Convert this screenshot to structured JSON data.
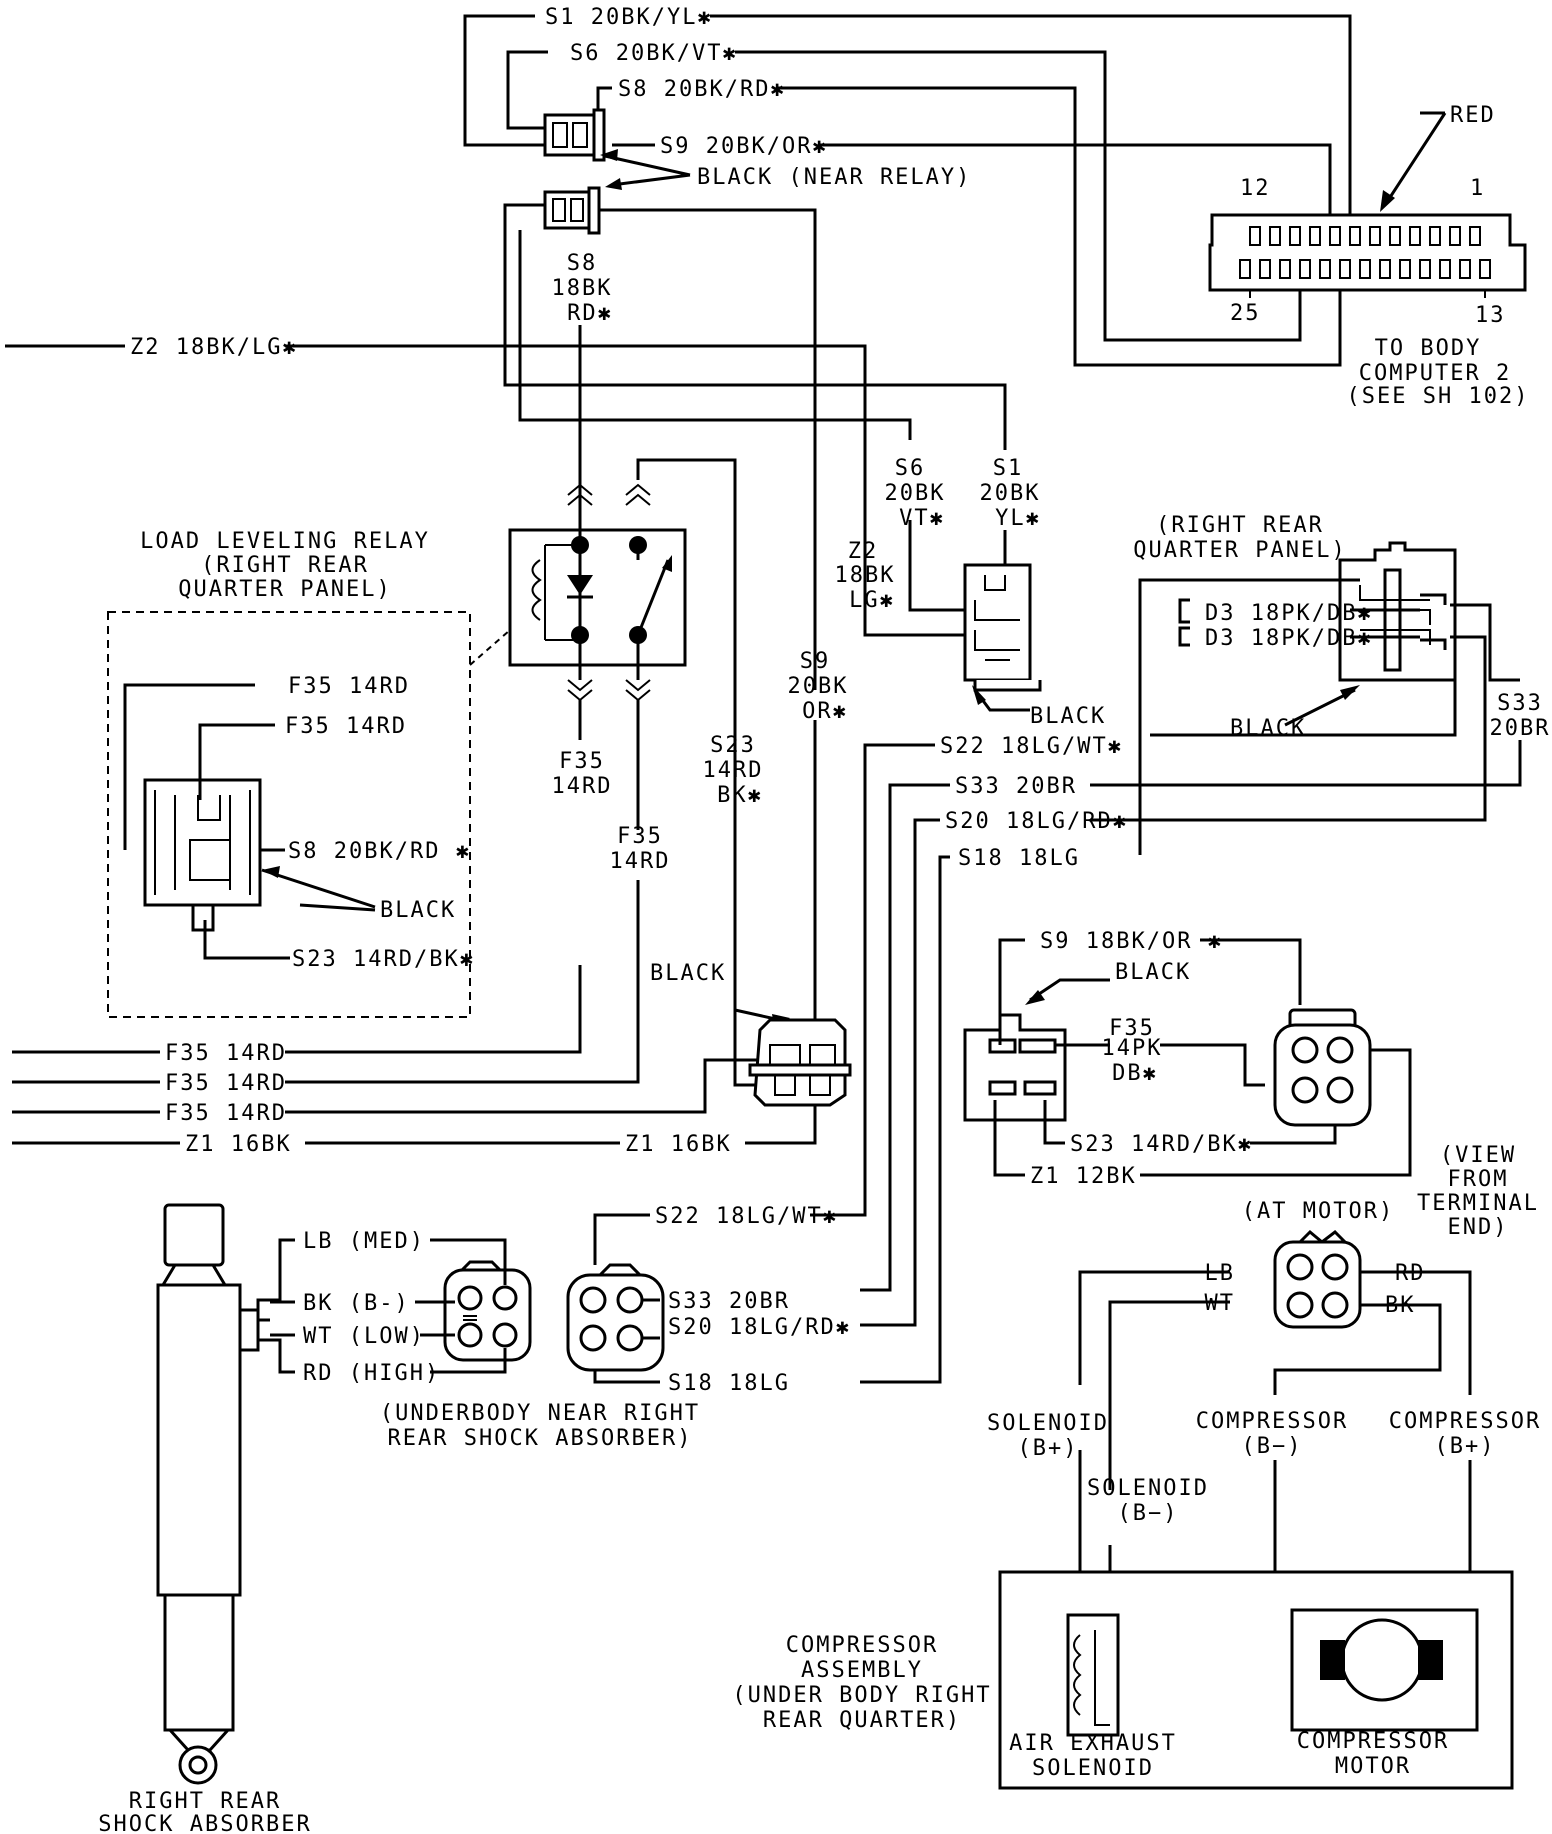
{
  "labels": {
    "s1_top": "S1 20BK/YL✱",
    "s6_top": "S6 20BK/VT✱",
    "s8_top": "S8 20BK/RD✱",
    "s9_top": "S9 20BK/OR✱",
    "black_near_relay": "BLACK (NEAR RELAY)",
    "red": "RED",
    "pin12": "12",
    "pin1": "1",
    "pin25": "25",
    "pin13": "13",
    "body_comp_1": "TO BODY",
    "body_comp_2": "COMPUTER 2",
    "body_comp_3": "(SEE SH 102)",
    "s8_a": "S8",
    "s8_b": "18BK",
    "s8_c": "RD✱",
    "z2_left": "Z2 18BK/LG✱",
    "s6_a": "S6",
    "s6_b": "20BK",
    "s6_c": "VT✱",
    "s1_a": "S1",
    "s1_b": "20BK",
    "s1_c": "YL✱",
    "z2_a": "Z2",
    "z2_b": "18BK",
    "z2_c": "LG✱",
    "black_1": "BLACK",
    "llr_1": "LOAD LEVELING RELAY",
    "llr_2": "(RIGHT REAR",
    "llr_3": "QUARTER PANEL)",
    "rrq_1": "(RIGHT REAR",
    "rrq_2": "QUARTER PANEL)",
    "d3_1": "D3 18PK/DB✱",
    "d3_2": "D3 18PK/DB✱",
    "black_2": "BLACK",
    "s33_a": "S33",
    "s33_b": "20BR",
    "f35_l1": "F35 14RD",
    "f35_l2": "F35 14RD",
    "s8_rel": "S8 20BK/RD ✱",
    "black_3": "BLACK",
    "s23_rel": "S23 14RD/BK✱",
    "f35_c1a": "F35",
    "f35_c1b": "14RD",
    "f35_c2a": "F35",
    "f35_c2b": "14RD",
    "s23_a": "S23",
    "s23_b": "14RD",
    "s23_c": "BK✱",
    "s9_a": "S9",
    "s9_b": "20BK",
    "s9_c": "OR✱",
    "s22_mid": "S22 18LG/WT✱",
    "s33_mid": "S33 20BR",
    "s20_mid": "S20 18LG/RD✱",
    "s18_mid": "S18 18LG",
    "black_4": "BLACK",
    "f35_b1": "F35 14RD",
    "f35_b2": "F35 14RD",
    "f35_b3": "F35 14RD",
    "z1_b": "Z1 16BK",
    "z1_b2": "Z1 16BK",
    "s9_r": "S9 18BK/OR ✱",
    "black_5": "BLACK",
    "f35_ra": "F35",
    "f35_rb": "14PK",
    "f35_rc": "DB✱",
    "s23_r": "S23 14RD/BK✱",
    "z1_r": "Z1 12BK",
    "view_1": "(VIEW",
    "view_2": "FROM",
    "view_3": "TERMINAL",
    "view_4": "END)",
    "at_motor": "(AT MOTOR)",
    "lb": "LB",
    "wt": "WT",
    "rd": "RD",
    "bk": "BK",
    "lb_med": "LB (MED)",
    "bk_b": "BK (B-)",
    "wt_low": "WT (LOW)",
    "rd_high": "RD (HIGH)",
    "s22_lo": "S22 18LG/WT✱",
    "s33_lo": "S33 20BR",
    "s20_lo": "S20 18LG/RD✱",
    "s18_lo": "S18 18LG",
    "under_1": "(UNDERBODY NEAR RIGHT",
    "under_2": "REAR SHOCK ABSORBER)",
    "sol_bp_1": "SOLENOID",
    "sol_bp_2": "(B+)",
    "sol_bm_1": "SOLENOID",
    "sol_bm_2": "(B−)",
    "comp_bm_1": "COMPRESSOR",
    "comp_bm_2": "(B−)",
    "comp_bp_1": "COMPRESSOR",
    "comp_bp_2": "(B+)",
    "ca_1": "COMPRESSOR",
    "ca_2": "ASSEMBLY",
    "ca_3": "(UNDER BODY RIGHT",
    "ca_4": "REAR QUARTER)",
    "aes_1": "AIR EXHAUST",
    "aes_2": "SOLENOID",
    "cm_1": "COMPRESSOR",
    "cm_2": "MOTOR",
    "rrsa_1": "RIGHT REAR",
    "rrsa_2": "SHOCK ABSORBER"
  }
}
